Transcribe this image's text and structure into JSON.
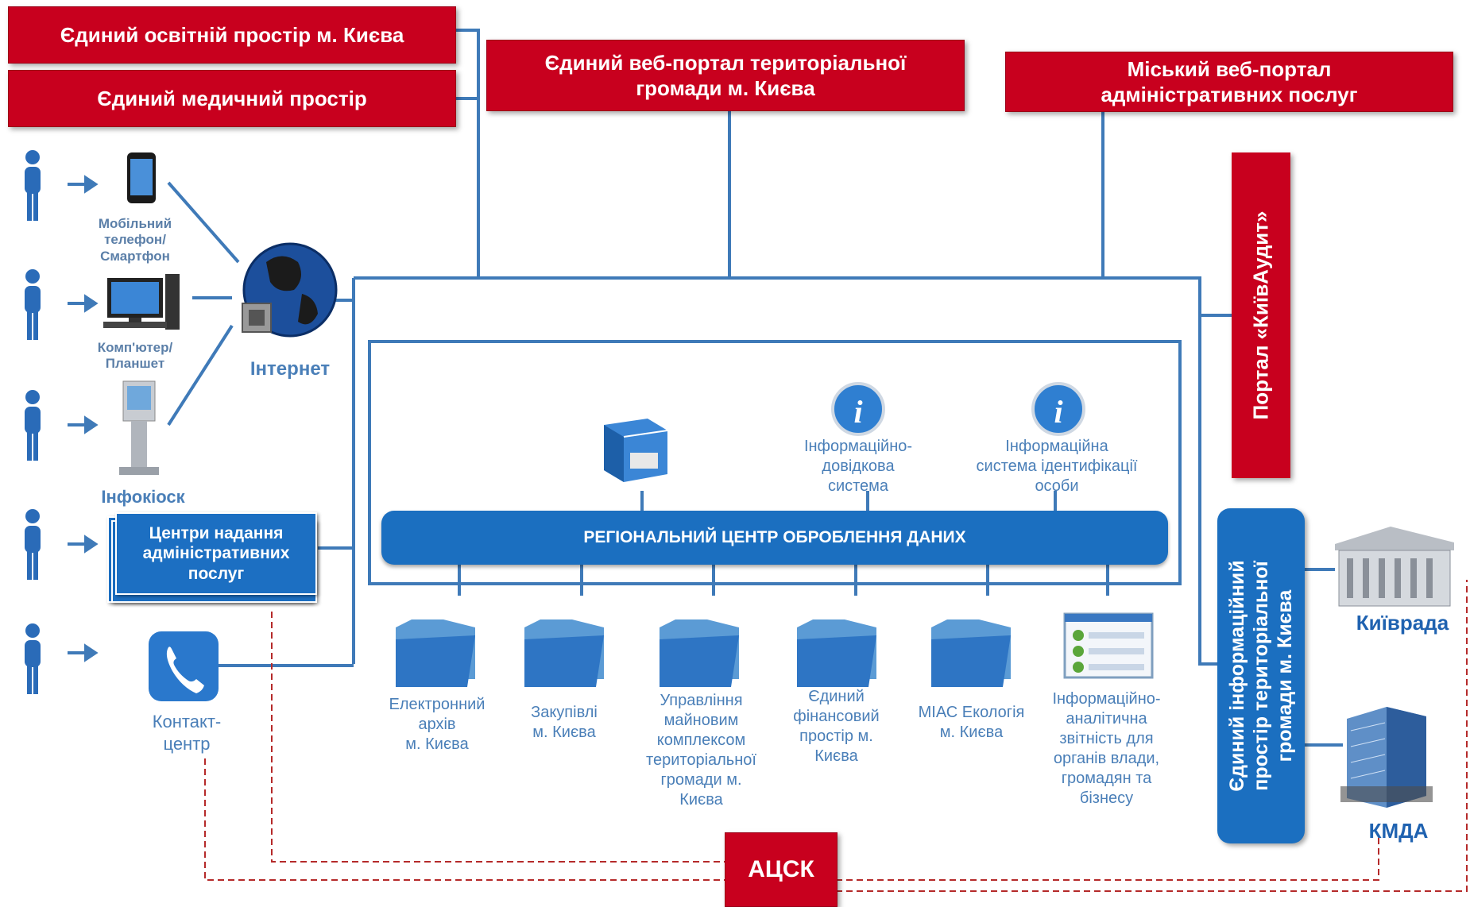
{
  "top_boxes": {
    "education": "Єдиний освітній простір м. Києва",
    "medical": "Єдиний медичний простір",
    "web_portal": "Єдиний веб-портал територіальної\nгромади м. Києва",
    "admin_portal": "Міський веб-портал\nадміністративних  послуг"
  },
  "devices": {
    "mobile": "Мобільний\nтелефон/\nСмартфон",
    "computer": "Комп'ютер/\nПланшет",
    "kiosk": "Інфокіоск",
    "internet": "Інтернет",
    "centers": "Центри надання\nадміністративних\nпослуг",
    "contact": "Контакт-\nцентр"
  },
  "center": {
    "rc_label": "РЕГІОНАЛЬНИЙ ЦЕНТР ОБРОБЛЕННЯ ДАНИХ",
    "info_ref": "Інформаційно-\nдовідкова\nсистема",
    "id_system": "Інформаційна\nсистема ідентифікації\nособи"
  },
  "subsystems": [
    "Електронний\nархів\nм. Києва",
    "Закупівлі\nм. Києва",
    "Управління\nмайновим\nкомплексом\nтериторіальної\nгромади м.\nКиєва",
    "Єдиний\nфінансовий\nпростір м.\nКиєва",
    "МІАС Екологія\nм. Києва",
    "Інформаційно-\nаналітична\nзвітність для\nорганів влади,\nгромадян та\nбізнесу"
  ],
  "right": {
    "audit_portal": "Портал «КиївАудит»",
    "info_space": "Єдиний інформаційний\nпростір територіальної\nгромади м. Києва",
    "kyivrada": "Київрада",
    "kmda": "КМДА"
  },
  "bottom": {
    "acsk": "АЦСК"
  },
  "colors": {
    "red": "#c8001e",
    "blue": "#1b6fc0",
    "line": "#3f7ab8",
    "dashed": "#b52a2a"
  }
}
